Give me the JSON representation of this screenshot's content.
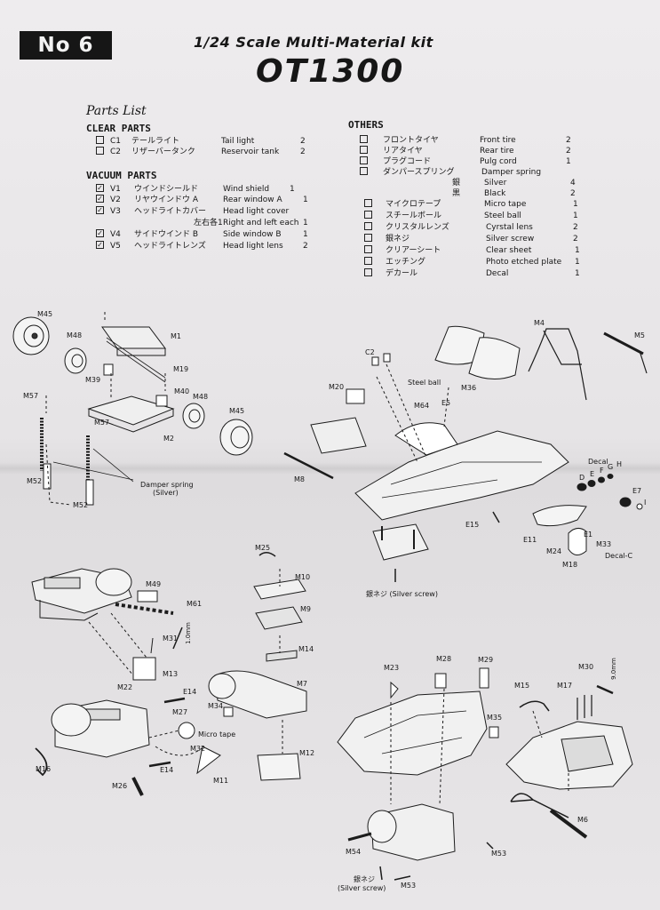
{
  "header": {
    "badge": "No 6",
    "subtitle": "1/24  Scale Multi-Material kit",
    "title": "OT1300"
  },
  "parts_list_label": "Parts List",
  "clear_parts": {
    "heading": "CLEAR PARTS",
    "items": [
      {
        "code": "C1",
        "jp": "テールライト",
        "en": "Tail light",
        "qty": "2",
        "checked": false
      },
      {
        "code": "C2",
        "jp": "リザーバータンク",
        "en": "Reservoir tank",
        "qty": "2",
        "checked": false
      }
    ]
  },
  "vacuum_parts": {
    "heading": "VACUUM PARTS",
    "items": [
      {
        "code": "V1",
        "jp": "ウインドシールド",
        "en": "Wind shield",
        "qty": "1",
        "checked": true
      },
      {
        "code": "V2",
        "jp": "リヤウインドウ A",
        "en": "Rear window A",
        "qty": "1",
        "checked": true
      },
      {
        "code": "V3",
        "jp": "ヘッドライトカバー",
        "en": "Head light cover",
        "qty": "",
        "checked": true
      },
      {
        "code": "",
        "jp": "左右各1",
        "en": "Right and left each",
        "qty": "1",
        "checked": null
      },
      {
        "code": "V4",
        "jp": "サイドウインド B",
        "en": "Side window B",
        "qty": "1",
        "checked": true
      },
      {
        "code": "V5",
        "jp": "ヘッドライトレンズ",
        "en": "Head light lens",
        "qty": "2",
        "checked": true
      }
    ]
  },
  "others": {
    "heading": "OTHERS",
    "items": [
      {
        "jp": "フロントタイヤ",
        "en": "Front tire",
        "qty": "2",
        "checked": false
      },
      {
        "jp": "リアタイヤ",
        "en": "Rear tire",
        "qty": "2",
        "checked": false
      },
      {
        "jp": "プラグコード",
        "en": "Pulg cord",
        "qty": "1",
        "checked": false
      },
      {
        "jp": "ダンパースプリング",
        "en": "Damper spring",
        "qty": "",
        "checked": false
      },
      {
        "jp": "銀",
        "en": "Silver",
        "qty": "4",
        "checked": null
      },
      {
        "jp": "黒",
        "en": "Black",
        "qty": "2",
        "checked": null
      },
      {
        "jp": "マイクロテープ",
        "en": "Micro tape",
        "qty": "1",
        "checked": false
      },
      {
        "jp": "スチールボール",
        "en": "Steel ball",
        "qty": "1",
        "checked": false
      },
      {
        "jp": "クリスタルレンズ",
        "en": "Cyrstal lens",
        "qty": "2",
        "checked": false
      },
      {
        "jp": "銀ネジ",
        "en": "Silver screw",
        "qty": "2",
        "checked": false
      },
      {
        "jp": "クリアーシート",
        "en": "Clear sheet",
        "qty": "1",
        "checked": false
      },
      {
        "jp": "エッチング",
        "en": "Photo etched plate",
        "qty": "1",
        "checked": false
      },
      {
        "jp": "デカール",
        "en": "Decal",
        "qty": "1",
        "checked": false
      }
    ]
  },
  "diagram_labels": {
    "m45a": "M45",
    "m48a": "M48",
    "m1": "M1",
    "m19": "M19",
    "m39": "M39",
    "m57a": "M57",
    "m40": "M40",
    "m48b": "M48",
    "m57b": "M57",
    "m45b": "M45",
    "m2": "M2",
    "m52a": "M52",
    "m52b": "M52",
    "damper_a": "Damper spring",
    "damper_b": "(Silver)",
    "m4": "M4",
    "m5": "M5",
    "c2": "C2",
    "m20": "M20",
    "steel_ball": "Steel ball",
    "m36": "M36",
    "e5": "E5",
    "m64": "M64",
    "m8": "M8",
    "decal": "Decal",
    "d": "D",
    "e": "E",
    "f": "F",
    "g": "G",
    "h": "H",
    "e7": "E7",
    "i": "I",
    "e15": "E15",
    "e11": "E11",
    "m24": "M24",
    "e1": "E1",
    "m33": "M33",
    "decal_c": "Decal-C",
    "m18": "M18",
    "silver_screw_a": "銀ネジ (Silver screw)",
    "m25": "M25",
    "m10": "M10",
    "m9": "M9",
    "m14": "M14",
    "m49": "M49",
    "m61": "M61",
    "m31": "M31",
    "mm10": "1.0mm",
    "m13": "M13",
    "m22": "M22",
    "e14a": "E14",
    "m7": "M7",
    "m34": "M34",
    "m27": "M27",
    "micro_tape": "Micro tape",
    "m32": "M32",
    "m16": "M16",
    "e14b": "E14",
    "m11": "M11",
    "m26": "M26",
    "m12": "M12",
    "m23": "M23",
    "m28": "M28",
    "m29": "M29",
    "m35": "M35",
    "m54": "M54",
    "silver_screw_b1": "銀ネジ",
    "silver_screw_b2": "(Silver screw)",
    "m53a": "M53",
    "m53b": "M53",
    "m30": "M30",
    "mm9": "9.0mm",
    "m15": "M15",
    "m17": "M17",
    "m6": "M6"
  }
}
